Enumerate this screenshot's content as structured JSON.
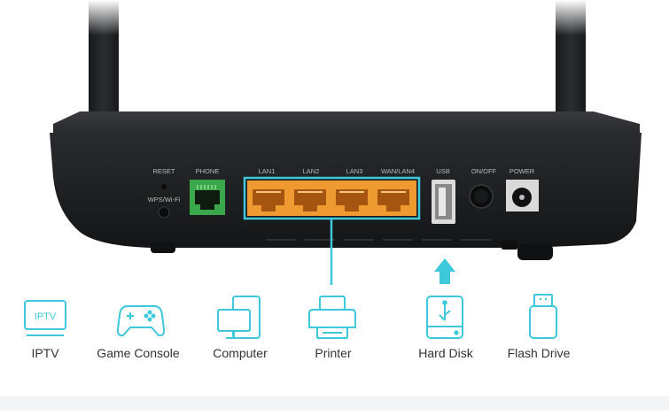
{
  "router": {
    "port_labels": {
      "reset": "RESET",
      "wps": "WPS/Wi-Fi",
      "phone": "PHONE",
      "lan1": "LAN1",
      "lan2": "LAN2",
      "lan3": "LAN3",
      "wan_lan4": "WAN/LAN4",
      "usb": "USB",
      "on_off": "ON/OFF",
      "power": "POWER"
    }
  },
  "devices": [
    {
      "label": "IPTV",
      "icon": "iptv-icon",
      "screen_text": "IPTV"
    },
    {
      "label": "Game Console",
      "icon": "gamepad-icon"
    },
    {
      "label": "Computer",
      "icon": "computer-icon"
    },
    {
      "label": "Printer",
      "icon": "printer-icon"
    },
    {
      "label": "Hard Disk",
      "icon": "hard-disk-icon"
    },
    {
      "label": "Flash Drive",
      "icon": "flash-drive-icon"
    }
  ],
  "colors": {
    "accent": "#3ec8dc",
    "lan_port": "#f0a038",
    "phone_port": "#39a94a",
    "router_body": "#1e1f21"
  }
}
